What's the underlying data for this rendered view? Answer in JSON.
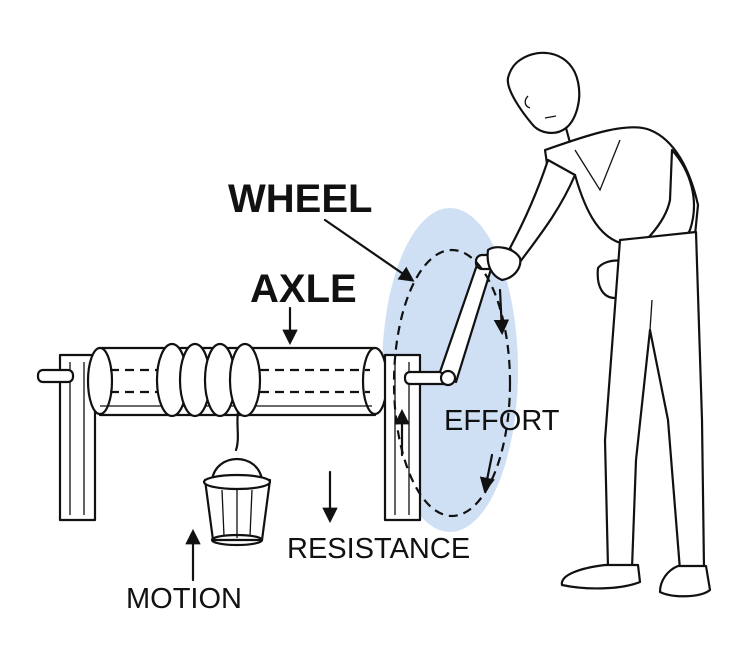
{
  "labels": {
    "wheel": "WHEEL",
    "axle": "AXLE",
    "effort": "EFFORT",
    "resistance": "RESISTANCE",
    "motion": "MOTION"
  },
  "colors": {
    "wheel_highlight": "#cfe0f5",
    "ink": "#111111",
    "background": "#ffffff"
  }
}
